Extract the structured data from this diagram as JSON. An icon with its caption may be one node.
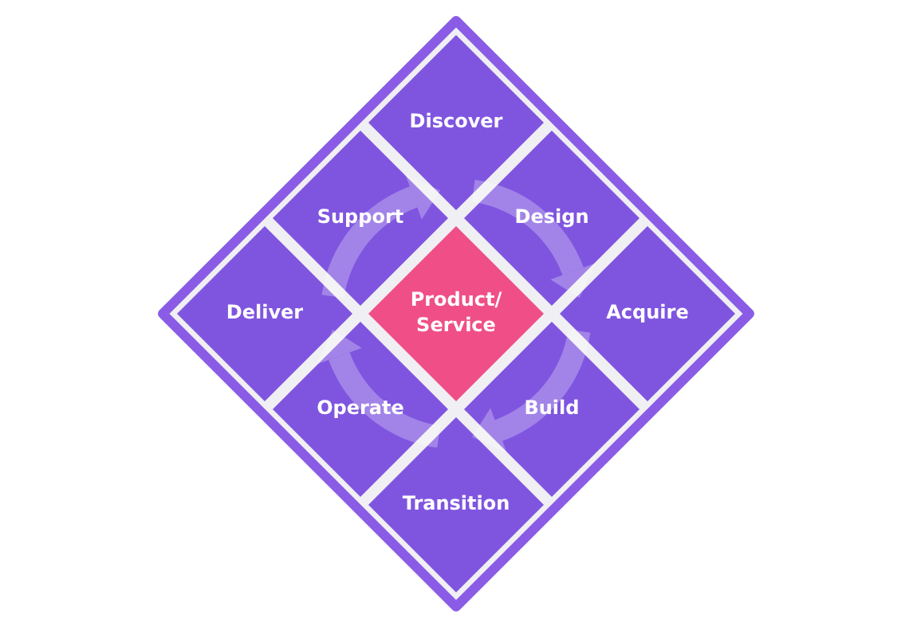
{
  "diagram": {
    "nodes": [
      {
        "text": [],
        "shape": "diamond"
      },
      {
        "text": [
          "Discover"
        ],
        "in": 0
      },
      {
        "text": [
          "Support"
        ],
        "in": 0
      },
      {
        "text": [
          "Design"
        ],
        "in": 0
      },
      {
        "text": [
          "Deliver"
        ],
        "in": 0
      },
      {
        "text": [
          "Product/ Service"
        ],
        "in": 0
      },
      {
        "text": [
          "Acquire"
        ],
        "in": 0
      },
      {
        "text": [
          "Operate"
        ],
        "in": 0
      },
      {
        "text": [
          "Build"
        ],
        "in": 0
      },
      {
        "text": [
          "Transition"
        ],
        "in": 0
      }
    ]
  }
}
